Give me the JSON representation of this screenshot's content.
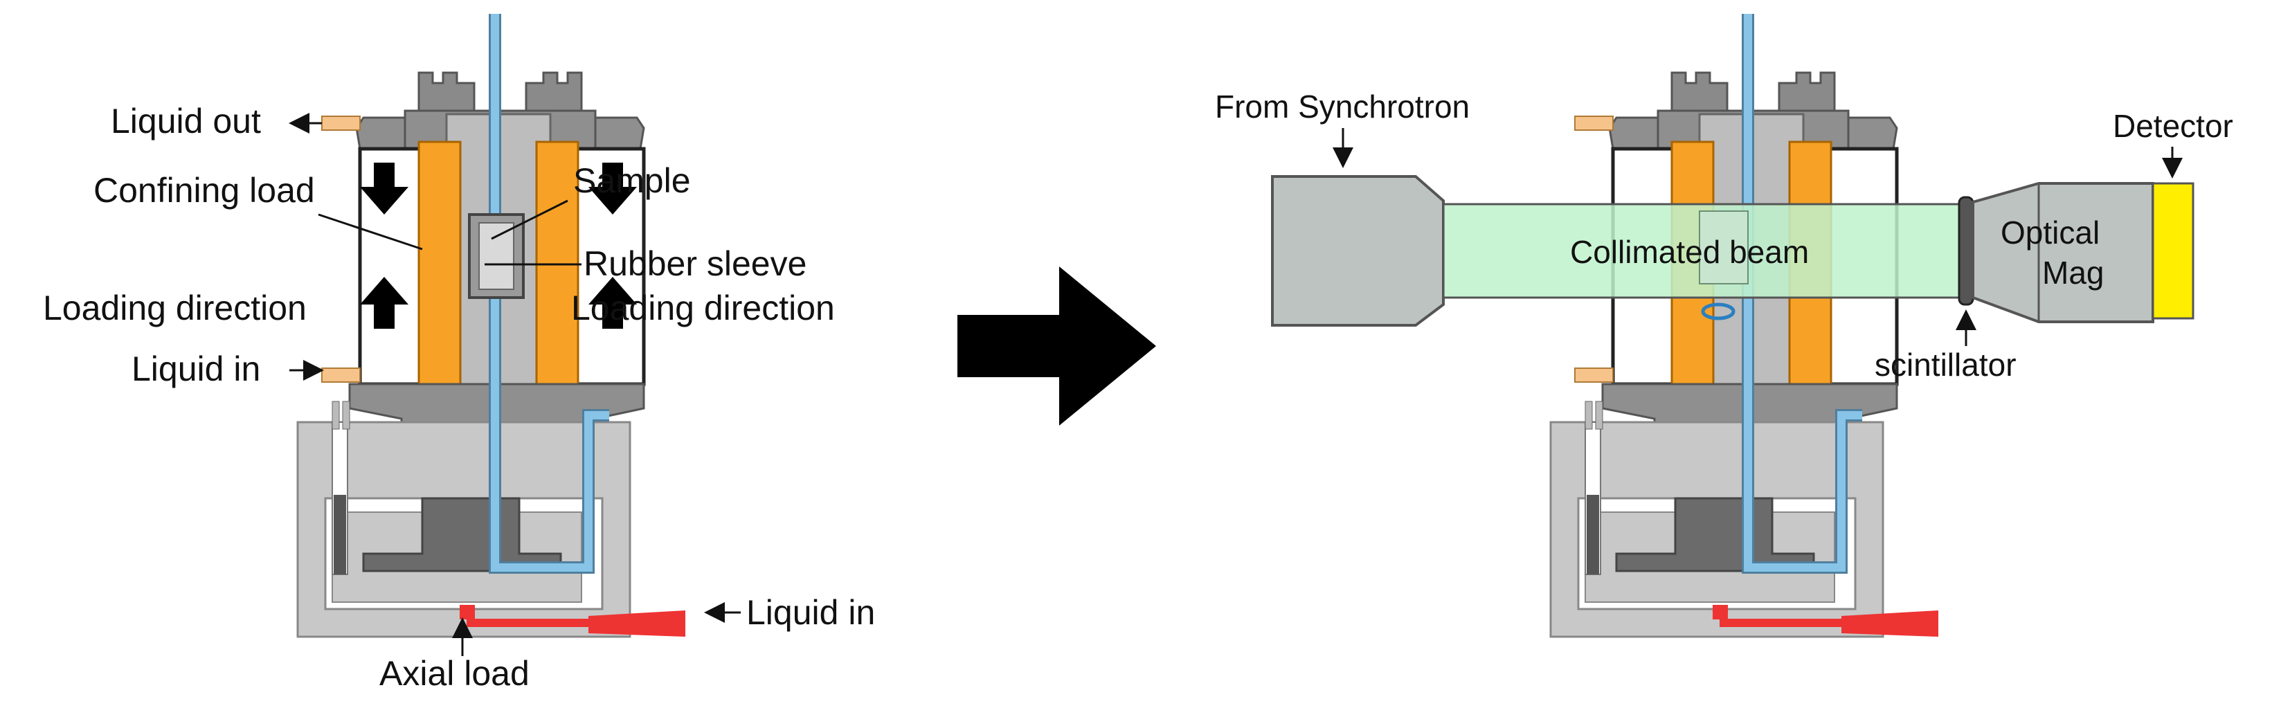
{
  "left_diagram": {
    "labels": {
      "liquid_out": "Liquid out",
      "confining_load": "Confining load",
      "sample": "Sample",
      "rubber_sleeve": "Rubber sleeve",
      "loading_direction_left": "Loading direction",
      "loading_direction_right": "Loading direction",
      "liquid_in_top": "Liquid in",
      "liquid_in_bottom": "Liquid in",
      "axial_load": "Axial load"
    }
  },
  "right_diagram": {
    "labels": {
      "from_synchrotron": "From Synchrotron",
      "collimated_beam": "Collimated beam",
      "optical_mag_line1": "Optical",
      "optical_mag_line2": "Mag",
      "detector": "Detector",
      "scintillator": "scintillator"
    }
  },
  "colors": {
    "orange": "#f7a226",
    "blue_pipe": "#87c4e8",
    "red_pipe": "#ee3333",
    "beam": "#bff2cc",
    "detector": "#ffee00",
    "light_gray": "#c8c8c8",
    "mid_gray": "#a6a6a6",
    "dark_gray": "#6b6b6b",
    "source_gray": "#bdc3c0"
  }
}
